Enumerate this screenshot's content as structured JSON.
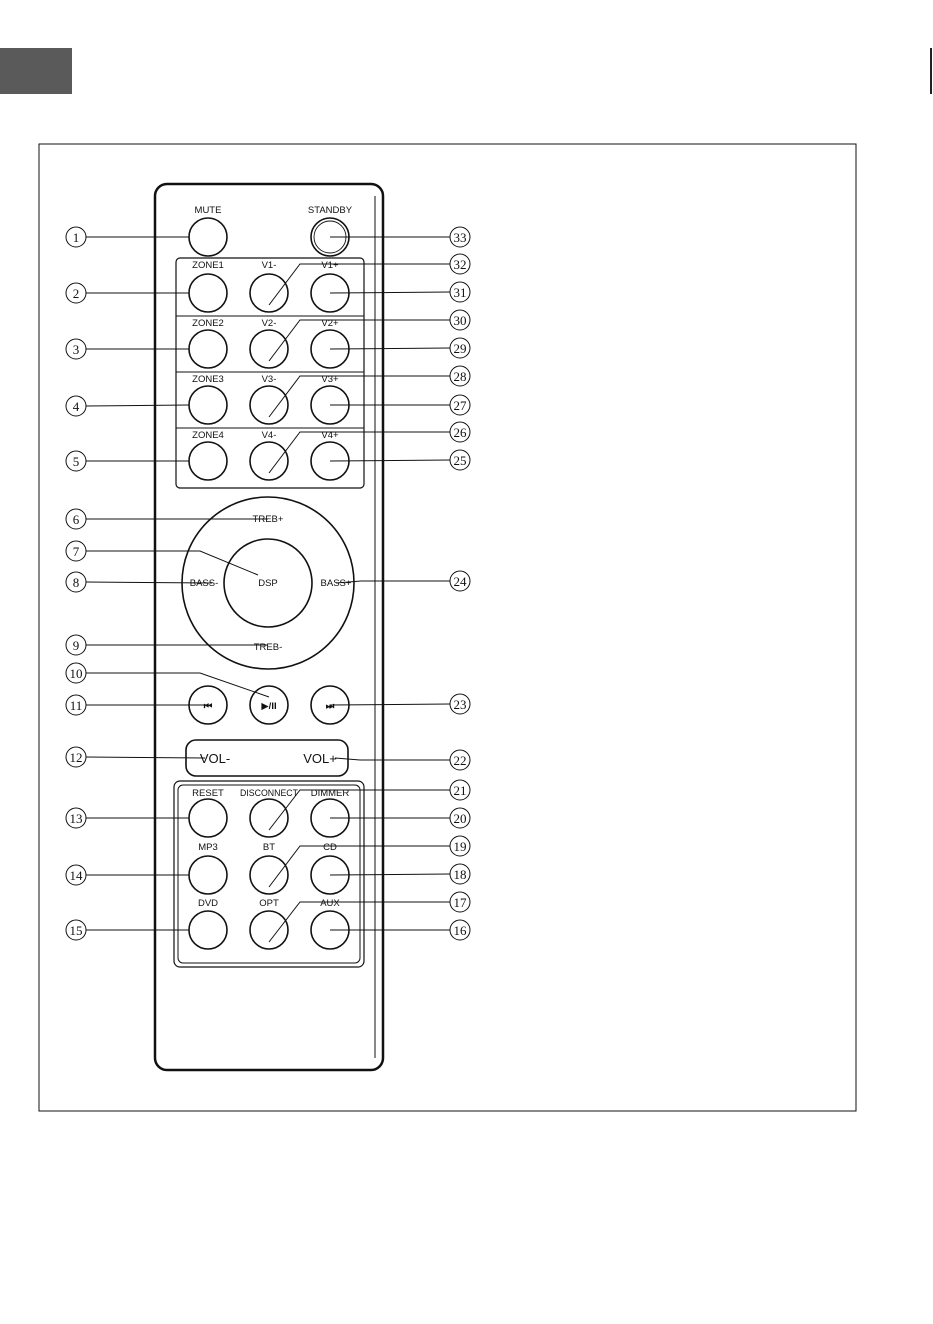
{
  "colors": {
    "ink": "#111111",
    "tab": "#5a5a5a"
  },
  "buttons": [
    {
      "id": "mute",
      "label": "MUTE",
      "callout": "1",
      "side": "L"
    },
    {
      "id": "zone1",
      "label": "ZONE1",
      "callout": "2",
      "side": "L"
    },
    {
      "id": "zone2",
      "label": "ZONE2",
      "callout": "3",
      "side": "L"
    },
    {
      "id": "zone3",
      "label": "ZONE3",
      "callout": "4",
      "side": "L"
    },
    {
      "id": "zone4",
      "label": "ZONE4",
      "callout": "5",
      "side": "L"
    },
    {
      "id": "treb-plus",
      "label": "TREB+",
      "callout": "6",
      "side": "L"
    },
    {
      "id": "dsp",
      "label": "DSP",
      "callout": "7",
      "side": "L"
    },
    {
      "id": "bass-minus",
      "label": "BASS-",
      "callout": "8",
      "side": "L"
    },
    {
      "id": "treb-minus",
      "label": "TREB-",
      "callout": "9",
      "side": "L"
    },
    {
      "id": "play-pause",
      "label": "▶/II",
      "callout": "10",
      "side": "L"
    },
    {
      "id": "prev",
      "label": "⏮",
      "callout": "11",
      "side": "L"
    },
    {
      "id": "vol-minus",
      "label": "VOL-",
      "callout": "12",
      "side": "L"
    },
    {
      "id": "reset",
      "label": "RESET",
      "callout": "13",
      "side": "L"
    },
    {
      "id": "mp3",
      "label": "MP3",
      "callout": "14",
      "side": "L"
    },
    {
      "id": "dvd",
      "label": "DVD",
      "callout": "15",
      "side": "L"
    },
    {
      "id": "aux",
      "label": "AUX",
      "callout": "16",
      "side": "R"
    },
    {
      "id": "opt",
      "label": "OPT",
      "callout": "17",
      "side": "R"
    },
    {
      "id": "cd",
      "label": "CD",
      "callout": "18",
      "side": "R"
    },
    {
      "id": "bt",
      "label": "BT",
      "callout": "19",
      "side": "R"
    },
    {
      "id": "dimmer",
      "label": "DIMMER",
      "callout": "20",
      "side": "R"
    },
    {
      "id": "disconnect",
      "label": "DISCONNECT",
      "callout": "21",
      "side": "R"
    },
    {
      "id": "vol-plus",
      "label": "VOL+",
      "callout": "22",
      "side": "R"
    },
    {
      "id": "next",
      "label": "⏭",
      "callout": "23",
      "side": "R"
    },
    {
      "id": "bass-plus",
      "label": "BASS+",
      "callout": "24",
      "side": "R"
    },
    {
      "id": "v4-plus",
      "label": "V4+",
      "callout": "25",
      "side": "R"
    },
    {
      "id": "v4-minus",
      "label": "V4-",
      "callout": "26",
      "side": "R"
    },
    {
      "id": "v3-plus",
      "label": "V3+",
      "callout": "27",
      "side": "R"
    },
    {
      "id": "v3-minus",
      "label": "V3-",
      "callout": "28",
      "side": "R"
    },
    {
      "id": "v2-plus",
      "label": "V2+",
      "callout": "29",
      "side": "R"
    },
    {
      "id": "v2-minus",
      "label": "V2-",
      "callout": "30",
      "side": "R"
    },
    {
      "id": "v1-plus",
      "label": "V1+",
      "callout": "31",
      "side": "R"
    },
    {
      "id": "v1-minus",
      "label": "V1-",
      "callout": "32",
      "side": "R"
    },
    {
      "id": "standby",
      "label": "STANDBY",
      "callout": "33",
      "side": "R"
    }
  ]
}
